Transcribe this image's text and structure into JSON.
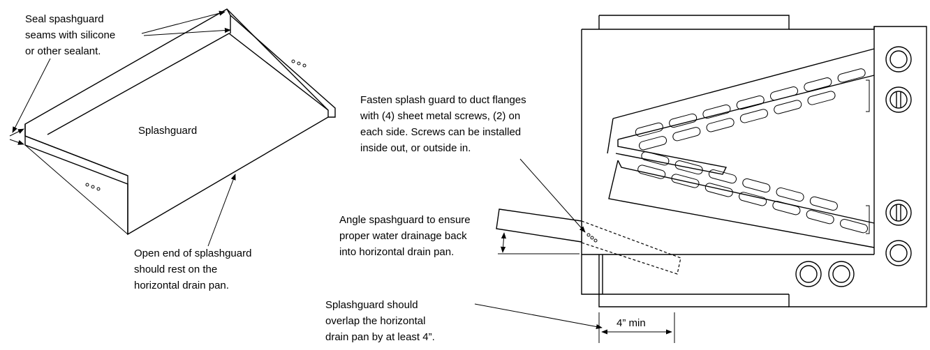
{
  "left_figure": {
    "label": "Splashguard",
    "seal_note": [
      "Seal spashguard",
      "seams with silicone",
      "or other sealant."
    ],
    "open_end_note": [
      "Open end of splashguard",
      "should rest on the",
      "horizontal drain pan."
    ]
  },
  "right_figure": {
    "fasten_note": [
      "Fasten splash guard to duct flanges",
      "with (4) sheet metal screws, (2) on",
      "each side.  Screws can be installed",
      "inside out, or outside in."
    ],
    "angle_note": [
      "Angle spashguard to ensure",
      "proper water drainage back",
      "into horizontal drain pan."
    ],
    "overlap_note": [
      "Splashguard should",
      "overlap the horizontal",
      "drain pan by at least 4”."
    ],
    "dimension_label": "4” min"
  }
}
